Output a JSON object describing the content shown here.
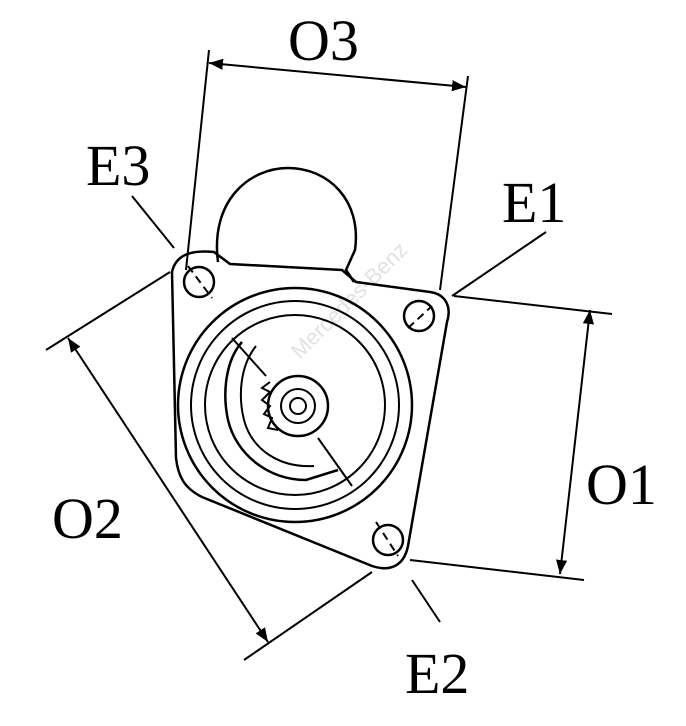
{
  "labels": {
    "o1": "O1",
    "o2": "O2",
    "o3": "O3",
    "e1": "E1",
    "e2": "E2",
    "e3": "E3"
  },
  "watermark": "Mercedes-Benz",
  "colors": {
    "ink": "#000000",
    "background": "#ffffff",
    "watermark": "#e2e2e2"
  }
}
